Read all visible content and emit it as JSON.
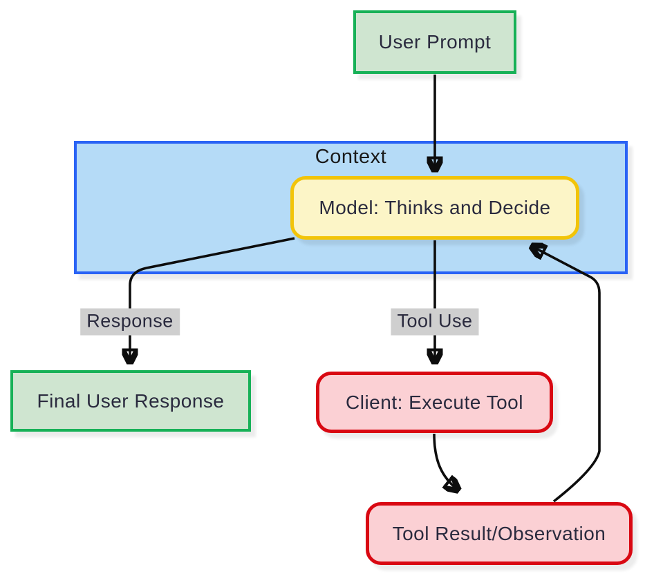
{
  "diagram": {
    "title_node": "Context",
    "nodes": [
      {
        "id": "user-prompt",
        "label": "User Prompt",
        "shape": "rectangle",
        "fill": "#cfe5d0",
        "border": "#17b157"
      },
      {
        "id": "context",
        "label": "Context",
        "shape": "container",
        "fill": "#b5dbf7",
        "border": "#2a63f5"
      },
      {
        "id": "model",
        "label": "Model: Thinks and Decide",
        "shape": "rounded",
        "fill": "#fcf5c7",
        "border": "#f2c409"
      },
      {
        "id": "final-user-response",
        "label": "Final User Response",
        "shape": "rectangle",
        "fill": "#cfe5d0",
        "border": "#17b157"
      },
      {
        "id": "client-execute-tool",
        "label": "Client: Execute Tool",
        "shape": "rounded",
        "fill": "#fbd0d4",
        "border": "#d90812"
      },
      {
        "id": "tool-result",
        "label": "Tool Result/Observation",
        "shape": "rounded",
        "fill": "#fbd0d4",
        "border": "#d90812"
      }
    ],
    "edges": [
      {
        "from": "user-prompt",
        "to": "model",
        "label": ""
      },
      {
        "from": "model",
        "to": "final-user-response",
        "label": "Response"
      },
      {
        "from": "model",
        "to": "client-execute-tool",
        "label": "Tool Use"
      },
      {
        "from": "client-execute-tool",
        "to": "tool-result",
        "label": ""
      },
      {
        "from": "tool-result",
        "to": "model",
        "label": ""
      }
    ],
    "edge_labels": {
      "response": "Response",
      "tool_use": "Tool Use"
    },
    "colors": {
      "background": "#ffffff",
      "text": "#2a2a3e",
      "arrow": "#0d0d0d",
      "edge_label_bg": "#cfcfcf",
      "green_fill": "#cfe5d0",
      "green_border": "#17b157",
      "blue_fill": "#b5dbf7",
      "blue_border": "#2a63f5",
      "yellow_fill": "#fcf5c7",
      "yellow_border": "#f2c409",
      "red_fill": "#fbd0d4",
      "red_border": "#d90812"
    }
  }
}
